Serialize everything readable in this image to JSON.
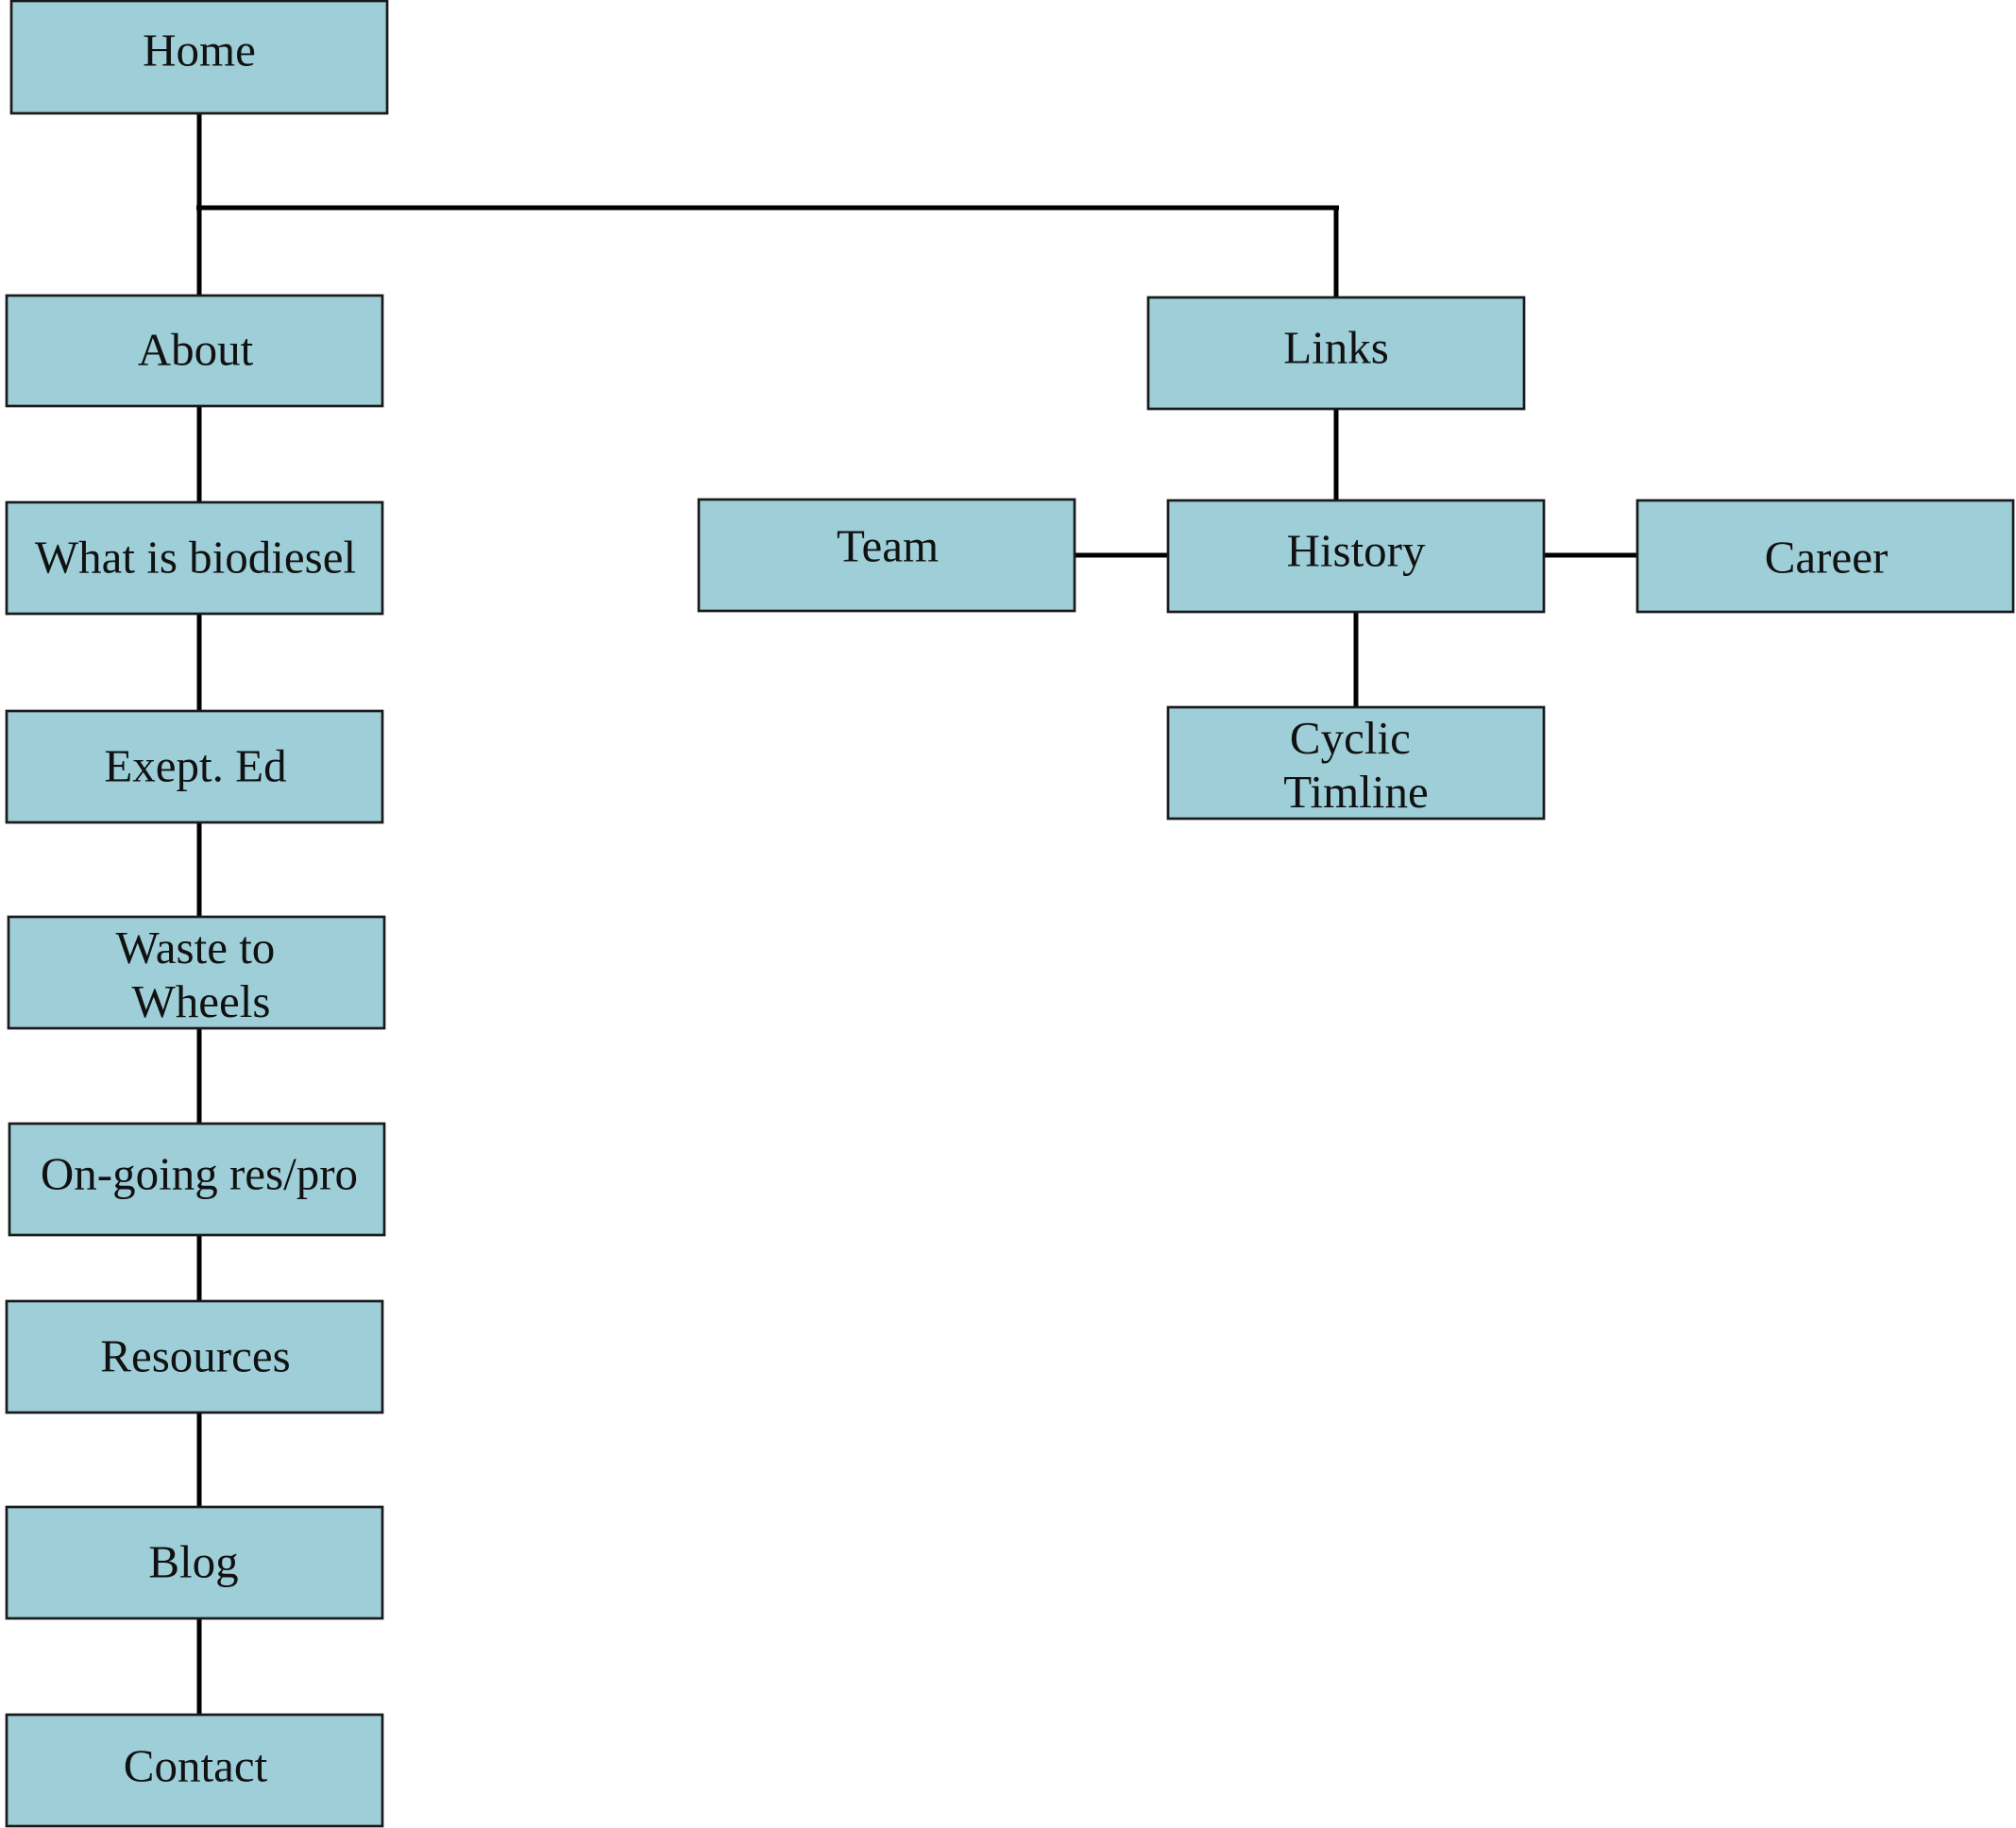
{
  "colors": {
    "box_fill": "#9ecfd9",
    "box_border": "#1a1a1a",
    "line": "#000000",
    "text": "#111111",
    "background": "#ffffff"
  },
  "nodes": {
    "home": "Home",
    "about": "About",
    "what_is_biodiesel": "What is biodiesel",
    "exept_ed": "Exept. Ed",
    "waste_to_wheels": [
      "Waste to",
      "Wheels"
    ],
    "ongoing_res_pro": "On-going res/pro",
    "resources": "Resources",
    "blog": "Blog",
    "contact": "Contact",
    "links": "Links",
    "team": "Team",
    "history": "History",
    "career": "Career",
    "cyclic_timline": [
      "Cyclic",
      "Timline"
    ]
  },
  "edges": [
    [
      "home",
      "about"
    ],
    [
      "home",
      "links"
    ],
    [
      "about",
      "what_is_biodiesel"
    ],
    [
      "what_is_biodiesel",
      "exept_ed"
    ],
    [
      "exept_ed",
      "waste_to_wheels"
    ],
    [
      "waste_to_wheels",
      "ongoing_res_pro"
    ],
    [
      "ongoing_res_pro",
      "resources"
    ],
    [
      "resources",
      "blog"
    ],
    [
      "blog",
      "contact"
    ],
    [
      "links",
      "history"
    ],
    [
      "team",
      "history"
    ],
    [
      "history",
      "career"
    ],
    [
      "history",
      "cyclic_timline"
    ]
  ]
}
